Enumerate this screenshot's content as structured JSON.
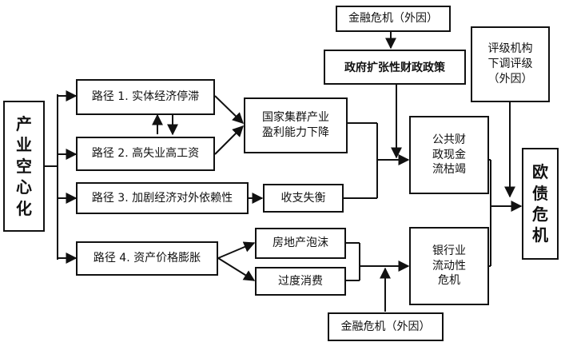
{
  "nodes": {
    "industrial_hollowing": "产\n业\n空\n心\n化",
    "path1": "路径 1. 实体经济停滞",
    "path2": "路径 2. 高失业高工资",
    "path3": "路径 3. 加剧经济对外依赖性",
    "path4": "路径 4. 资产价格膨胀",
    "cluster_profit": "国家集群产业\n盈利能力下降",
    "payments_imbalance": "收支失衡",
    "housing_bubble": "房地产泡沫",
    "overconsumption": "过度消费",
    "financial_crisis_top": "金融危机（外因）",
    "fiscal_policy": "政府扩张性财政政策",
    "public_finance": "公共财\n政现金\n流枯竭",
    "banking_crisis": "银行业\n流动性\n危机",
    "rating_downgrade": "评级机构\n下调评级\n（外因）",
    "financial_crisis_bottom": "金融危机（外因）",
    "euro_debt_crisis": "欧\n债\n危\n机"
  }
}
